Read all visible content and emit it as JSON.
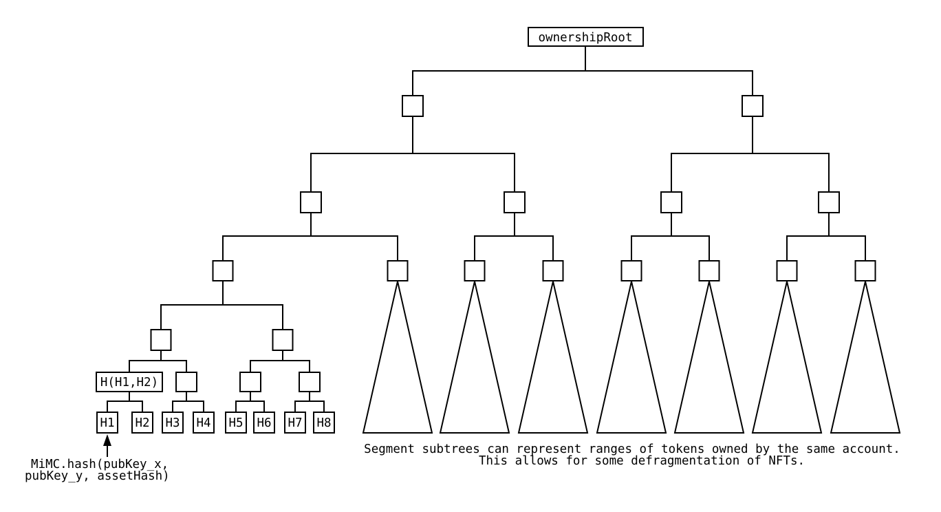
{
  "diagram": {
    "root_label": "ownershipRoot",
    "hash_node_label": "H(H1,H2)",
    "leaves": [
      "H1",
      "H2",
      "H3",
      "H4",
      "H5",
      "H6",
      "H7",
      "H8"
    ],
    "leaf_annotation": {
      "line1": "MiMC.hash(pubKey_x,",
      "line2": "pubKey_y, assetHash)"
    },
    "segment_note": {
      "line1": "Segment subtrees can represent ranges of tokens owned by the same account.",
      "line2": "This allows for some defragmentation of NFTs."
    },
    "colors": {
      "stroke": "#000000",
      "background": "#ffffff"
    }
  }
}
